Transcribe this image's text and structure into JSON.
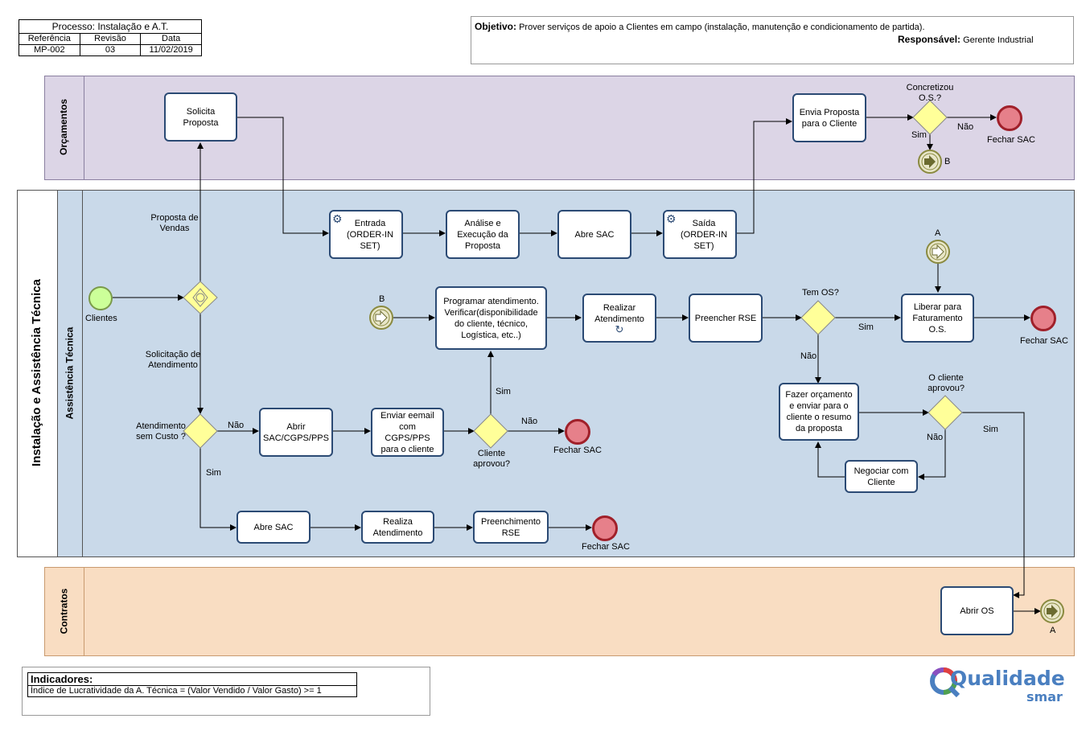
{
  "header": {
    "title": "Processo: Instalação e A.T.",
    "columns": [
      "Referência",
      "Revisão",
      "Data"
    ],
    "values": [
      "MP-002",
      "03",
      "11/02/2019"
    ]
  },
  "objective": {
    "label": "Objetivo:",
    "text": "Prover serviços de apoio a Clientes em campo (instalação, manutenção e condicionamento de partida).",
    "resp_label": "Responsável:",
    "resp_text": "Gerente Industrial"
  },
  "lanes": {
    "orcamentos": "Orçamentos",
    "pool": "Instalação e Assistência Técnica",
    "assistencia": "Assistência Técnica",
    "contratos": "Contratos"
  },
  "tasks": {
    "solicita": "Solicita Proposta",
    "envia": "Envia Proposta para o Cliente",
    "entrada": "Entrada (ORDER-IN SET)",
    "analise": "Análise e Execução da Proposta",
    "abre_sac1": "Abre SAC",
    "saida": "Saída (ORDER-IN SET)",
    "programar": "Programar atendimento. Verificar(disponibilidade do cliente, técnico, Logística, etc..)",
    "realizar": "Realizar Atendimento",
    "preencher": "Preencher RSE",
    "liberar": "Liberar para Faturamento O.S.",
    "fazer": "Fazer orçamento e enviar para o cliente o resumo da proposta",
    "negociar": "Negociar com Cliente",
    "abrir_sac": "Abrir SAC/CGPS/PPS",
    "enviar_email": "Enviar eemail com CGPS/PPS para o cliente",
    "abre_sac2": "Abre SAC",
    "realiza": "Realiza Atendimento",
    "preenchimento": "Preenchimento RSE",
    "abrir_os": "Abrir OS"
  },
  "labels": {
    "concretizou": "Concretizou O.S.?",
    "nao1": "Não",
    "sim1": "Sim",
    "fechar1": "Fechar SAC",
    "b1": "B",
    "proposta_vendas": "Proposta de Vendas",
    "clientes": "Clientes",
    "solicitacao": "Solicitação de Atendimento",
    "b2": "B",
    "a1": "A",
    "tem_os": "Tem OS?",
    "sim_temos": "Sim",
    "nao_temos": "Não",
    "fechar2": "Fechar SAC",
    "o_cliente": "O cliente aprovou?",
    "nao_cli": "Não",
    "sim_cli": "Sim",
    "atendimento": "Atendimento sem Custo ?",
    "nao_at": "Não",
    "sim_at": "Sim",
    "sim_apr": "Sim",
    "nao_apr": "Não",
    "cliente_aprovou": "Cliente aprovou?",
    "fechar3": "Fechar SAC",
    "fechar4": "Fechar SAC",
    "a2": "A"
  },
  "indicators": {
    "title": "Indicadores:",
    "text": "Índice de  Lucratividade da A. Técnica = (Valor Vendido / Valor Gasto) >= 1"
  },
  "logo": {
    "main": "Qualidade",
    "sub": "smar"
  },
  "colors": {
    "orcamentos_bg": "#dcd5e6",
    "assist_bg": "#c9d9e9",
    "contratos_bg": "#f9ddc2",
    "task_border": "#2b4a74",
    "gateway": "#ffff99",
    "start": "#ccff99",
    "end": "#e6808a"
  }
}
